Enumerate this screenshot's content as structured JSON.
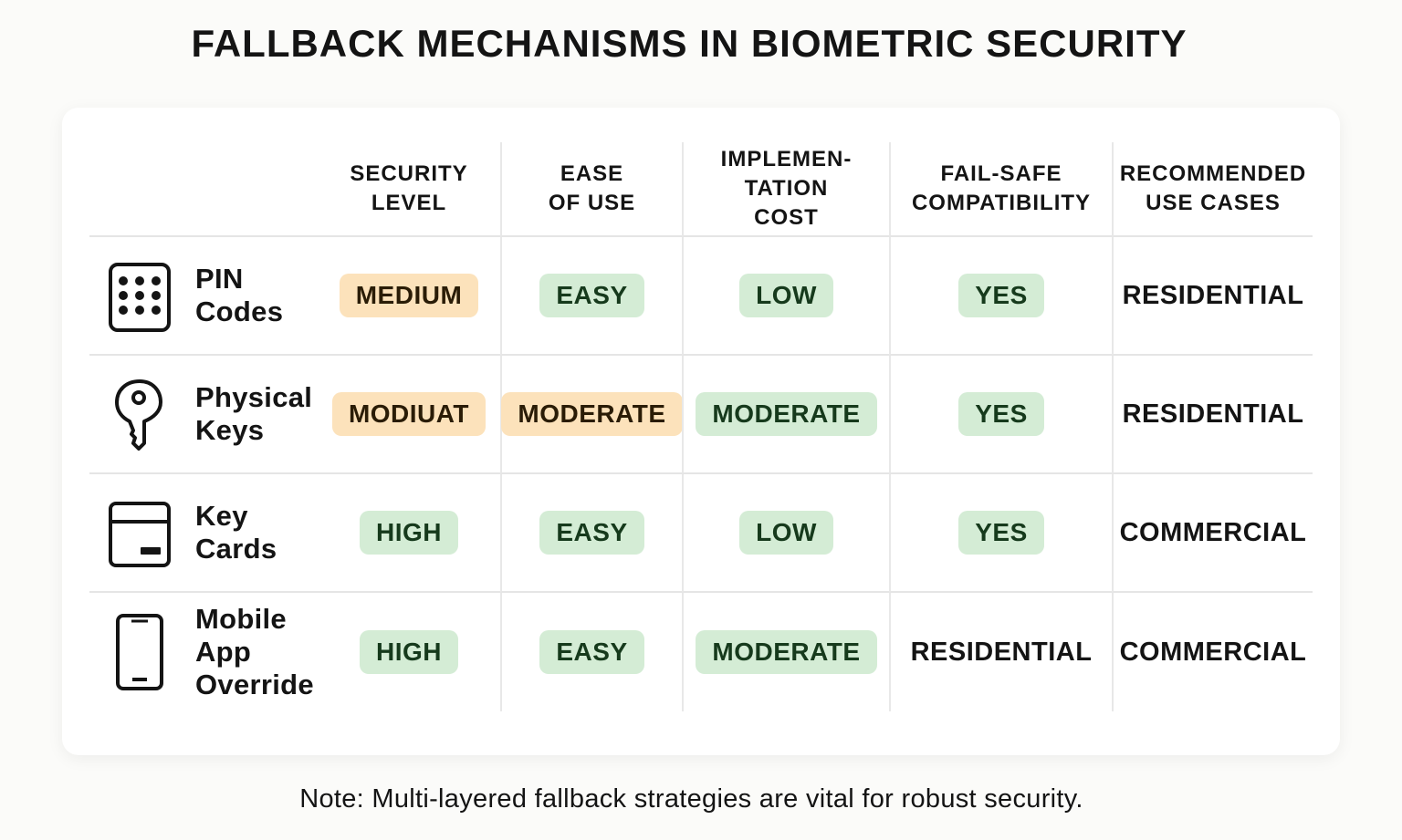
{
  "title": "FALLBACK MECHANISMS IN BIOMETRIC SECURITY",
  "columns": [
    "",
    "SECURITY\nLEVEL",
    "EASE\nOF USE",
    "IMPLEMEN-\nTATION\nCOST",
    "FAIL-SAFE\nCOMPATIBILITY",
    "RECOMMENDED\nUSE CASES"
  ],
  "rows": [
    {
      "method": "PIN\nCodes",
      "icon": "keypad-icon",
      "security": {
        "text": "MEDIUM",
        "style": "orange"
      },
      "ease": {
        "text": "EASY",
        "style": "green"
      },
      "cost": {
        "text": "LOW",
        "style": "green"
      },
      "failsafe": {
        "text": "YES",
        "style": "green"
      },
      "usecase": "RESIDENTIAL"
    },
    {
      "method": "Physical\nKeys",
      "icon": "key-icon",
      "security": {
        "text": "MODIUAT",
        "style": "orange"
      },
      "ease": {
        "text": "MODERATE",
        "style": "orange"
      },
      "cost": {
        "text": "MODERATE",
        "style": "green"
      },
      "failsafe": {
        "text": "YES",
        "style": "green"
      },
      "usecase": "RESIDENTIAL"
    },
    {
      "method": "Key\nCards",
      "icon": "key-card-icon",
      "security": {
        "text": "HIGH",
        "style": "green"
      },
      "ease": {
        "text": "EASY",
        "style": "green"
      },
      "cost": {
        "text": "LOW",
        "style": "green"
      },
      "failsafe": {
        "text": "YES",
        "style": "green"
      },
      "usecase": "COMMERCIAL"
    },
    {
      "method": "Mobile\nApp\nOverride",
      "icon": "smartphone-icon",
      "security": {
        "text": "HIGH",
        "style": "green"
      },
      "ease": {
        "text": "EASY",
        "style": "green"
      },
      "cost": {
        "text": "MODERATE",
        "style": "green"
      },
      "failsafe": {
        "text": "RESIDENTIAL",
        "style": "plain"
      },
      "usecase": "COMMERCIAL"
    }
  ],
  "note": "Note: Multi-layered fallback strategies are vital for robust security.",
  "colors": {
    "pill_green": "#d4ecd5",
    "pill_orange": "#fce2bb"
  }
}
